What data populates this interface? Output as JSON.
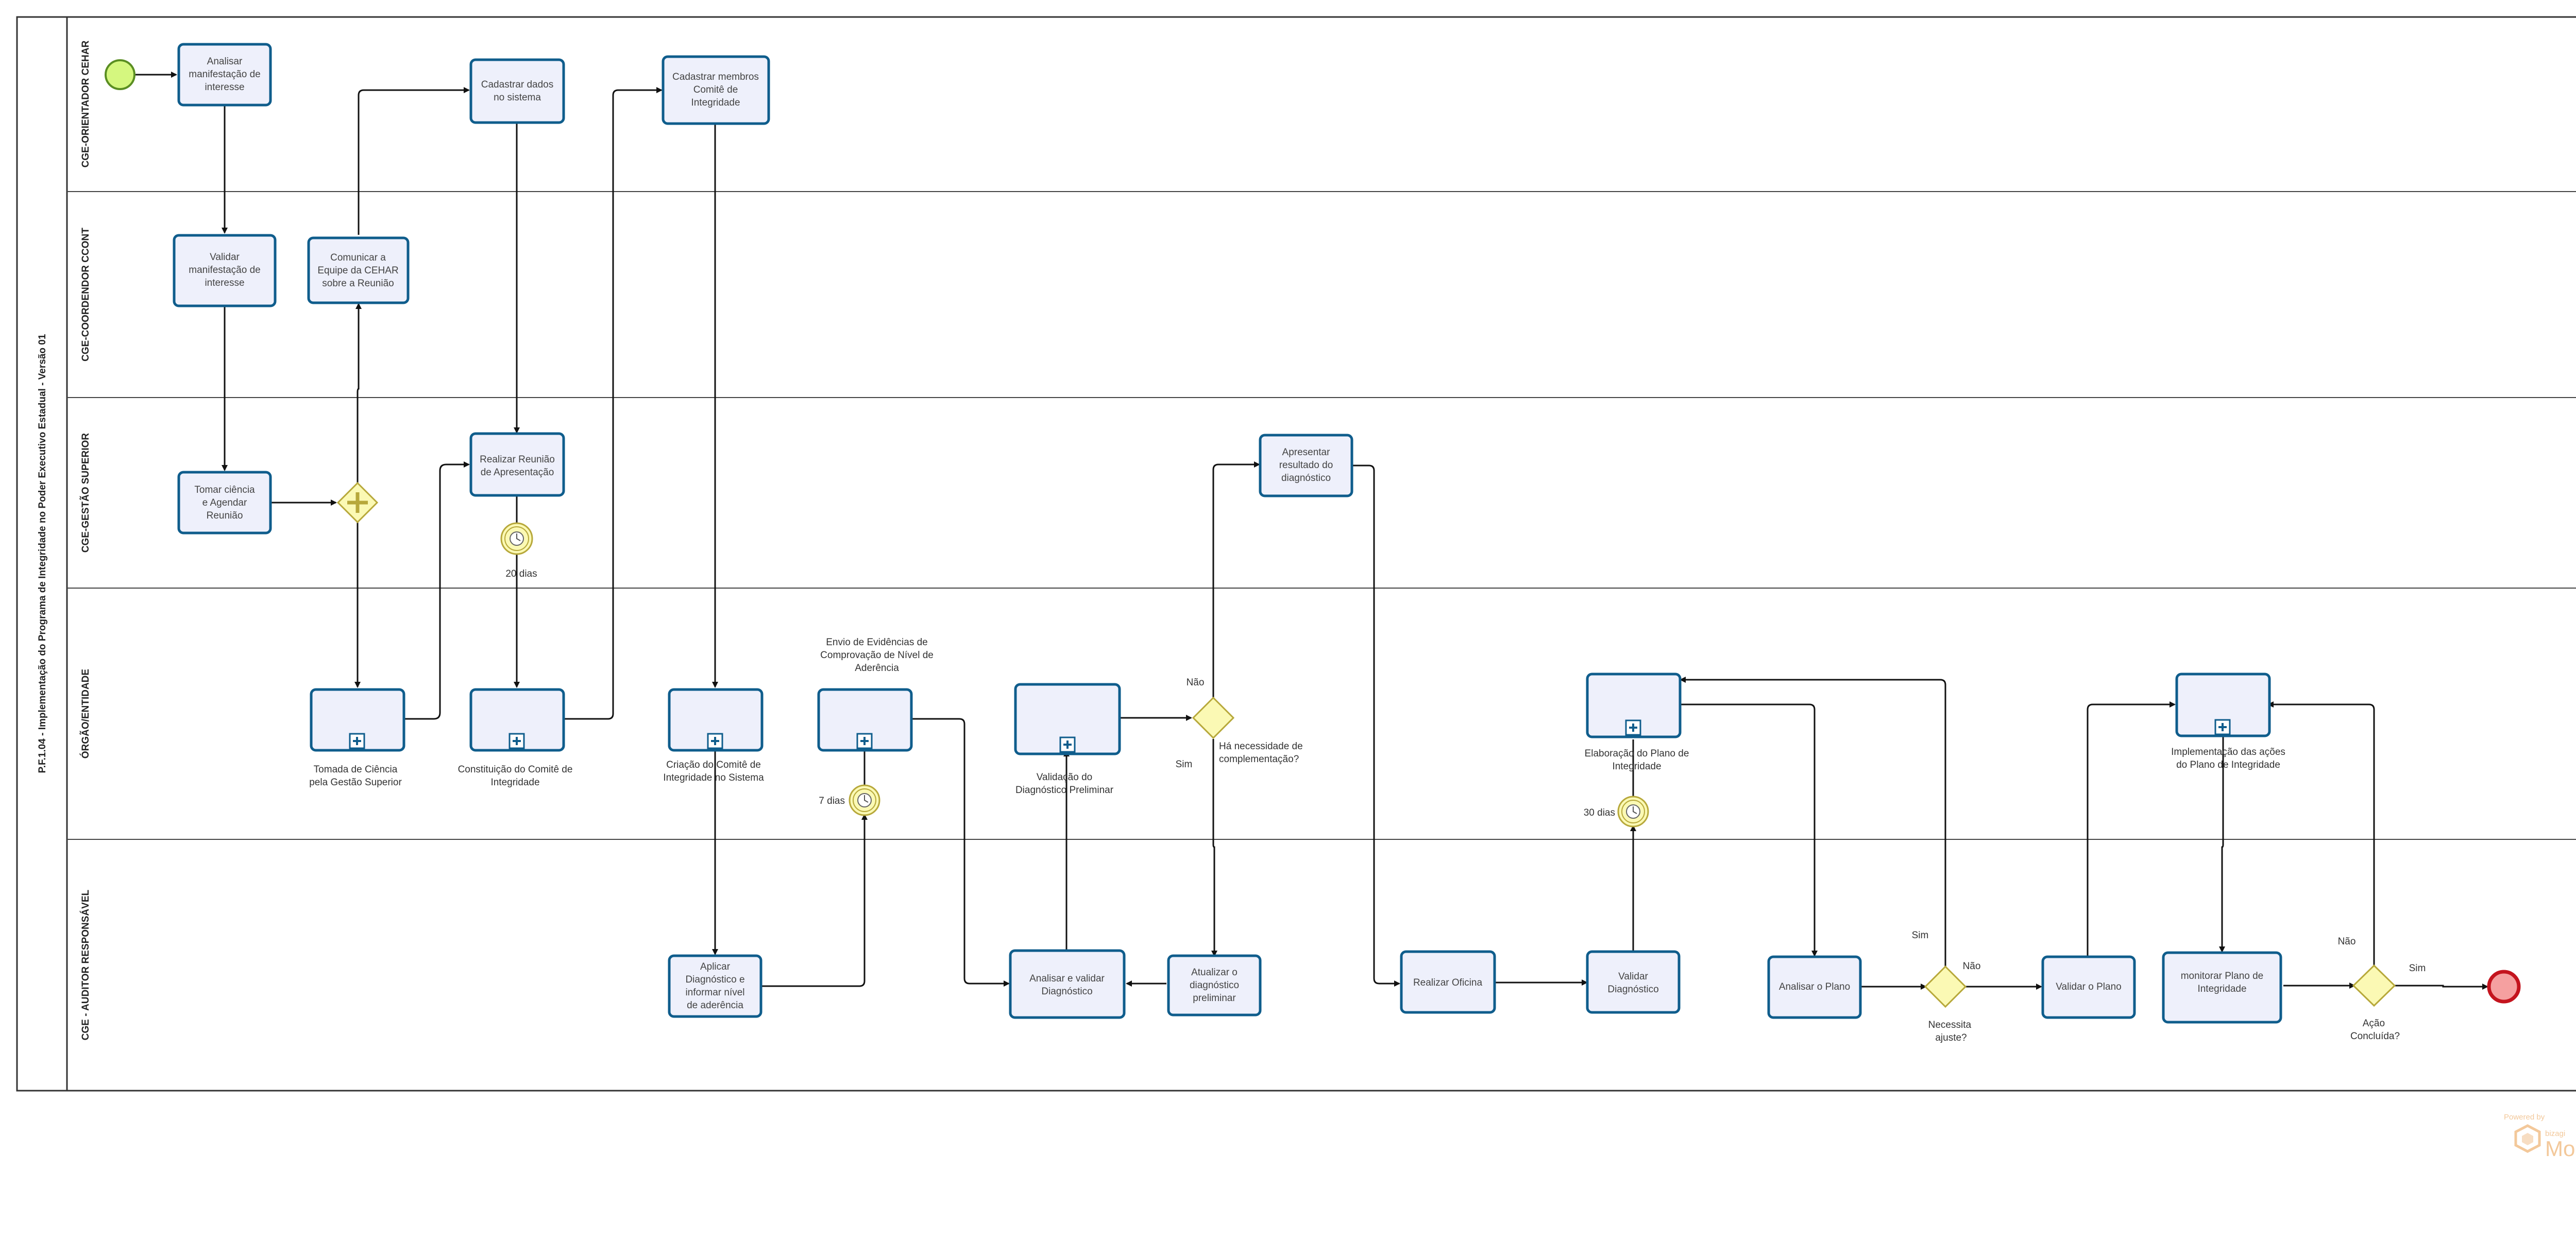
{
  "pool": {
    "title": "P.F.1.04 - Implementação do Programa de Integridade no Poder Executivo Estadual - Versão 01"
  },
  "lanes": [
    "CGE-ORIENTADOR CEHAR",
    "CGE-COORDENDOR CCONT",
    "CGE-GESTÃO SUPERIOR",
    "ÓRGÃO/ENTIDADE",
    "CGE - AUDITOR RESPONSÁVEL"
  ],
  "tasks": {
    "analisar_manifestacao": [
      "Analisar",
      "manifestação de",
      "interesse"
    ],
    "cadastrar_dados": [
      "Cadastrar dados",
      "no sistema"
    ],
    "cadastrar_membros": [
      "Cadastrar membros",
      "Comitê de",
      "Integridade"
    ],
    "validar_manifestacao": [
      "Validar",
      "manifestação de",
      "interesse"
    ],
    "comunicar_equipe": [
      "Comunicar a",
      "Equipe da CEHAR",
      "sobre a Reunião"
    ],
    "tomar_ciencia": [
      "Tomar ciência",
      "e Agendar",
      "Reunião"
    ],
    "realizar_reuniao": [
      "Realizar Reunião",
      "de Apresentação"
    ],
    "apresentar_resultado": [
      "Apresentar",
      "resultado do",
      "diagnóstico"
    ],
    "aplicar_diagnostico": [
      "Aplicar",
      "Diagnóstico e",
      "informar nível",
      "de aderência"
    ],
    "analisar_validar": [
      "Analisar e validar",
      "Diagnóstico"
    ],
    "atualizar_diagnostico": [
      "Atualizar o",
      "diagnóstico",
      "preliminar"
    ],
    "realizar_oficina": [
      "Realizar Oficina"
    ],
    "validar_diagnostico": [
      "Validar",
      "Diagnóstico"
    ],
    "analisar_plano": [
      "Analisar o Plano"
    ],
    "validar_plano": [
      "Validar o Plano"
    ],
    "monitorar_plano": [
      "monitorar Plano de",
      "Integridade"
    ]
  },
  "subprocesses": {
    "tomada_ciencia": [
      "Tomada de Ciência",
      "pela Gestão Superior"
    ],
    "constituicao_comite": [
      "Constituição do Comitê de",
      "Integridade"
    ],
    "criacao_comite": [
      "Criação do Comitê de",
      "Integridade no Sistema"
    ],
    "envio_evidencias": [
      "Envio de Evidências de",
      "Comprovação de Nível de",
      "Aderência"
    ],
    "validacao_diagnostico": [
      "Validação do",
      "Diagnóstico Preliminar"
    ],
    "elaboracao_plano": [
      "Elaboração do Plano de",
      "Integridade"
    ],
    "implementacao_acoes": [
      "Implementação das ações",
      "do Plano de Integridade"
    ]
  },
  "timers": {
    "t20": "20 dias",
    "t7": "7 dias",
    "t30": "30 dias"
  },
  "gateways": {
    "complementacao": {
      "label": [
        "Há necessidade de",
        "complementação?"
      ],
      "yes": "Sim",
      "no": "Não"
    },
    "ajuste": {
      "label": [
        "Necessita",
        "ajuste?"
      ],
      "yes": "Sim",
      "no": "Não"
    },
    "acao": {
      "label": [
        "Ação",
        "Concluída?"
      ],
      "yes": "Sim",
      "no": "Não"
    }
  },
  "watermark": {
    "powered": "Powered by",
    "brand_small": "bizagi",
    "brand": "Modeler"
  },
  "colors": {
    "task_stroke": "#0f5d8c",
    "task_fill": "#eef0fb",
    "start_fill": "#d5f77f",
    "end_fill": "#f5a0a0",
    "end_stroke": "#c4141e",
    "gateway_fill": "#fbf9b4"
  }
}
